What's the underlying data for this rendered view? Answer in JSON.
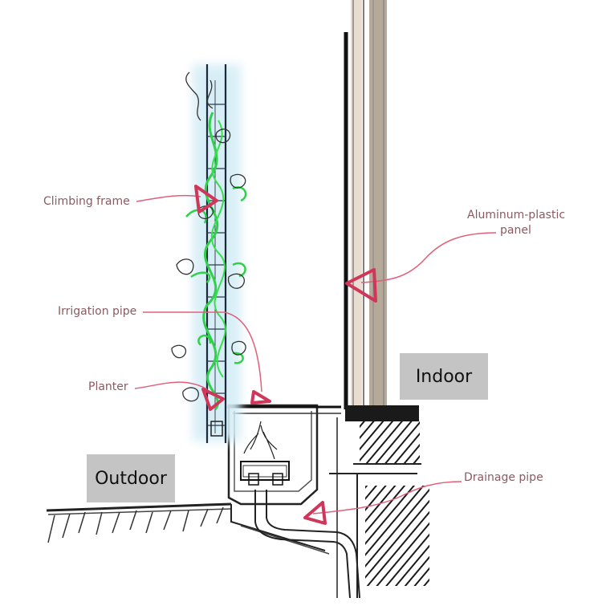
{
  "labels": {
    "climbing_frame": "Climbing frame",
    "irrigation_pipe": "Irrigation pipe",
    "planter": "Planter",
    "aluminum_line1": "Aluminum-plastic",
    "aluminum_line2": "panel",
    "drainage_pipe": "Drainage pipe"
  },
  "zones": {
    "indoor": "Indoor",
    "outdoor": "Outdoor"
  },
  "colors": {
    "label_text": "#8a5a60",
    "leader_line": "#e0607a",
    "arrow_head": "#d0355a",
    "plant_green": "#2fd14a",
    "zone_box": "#c4c4c4"
  }
}
